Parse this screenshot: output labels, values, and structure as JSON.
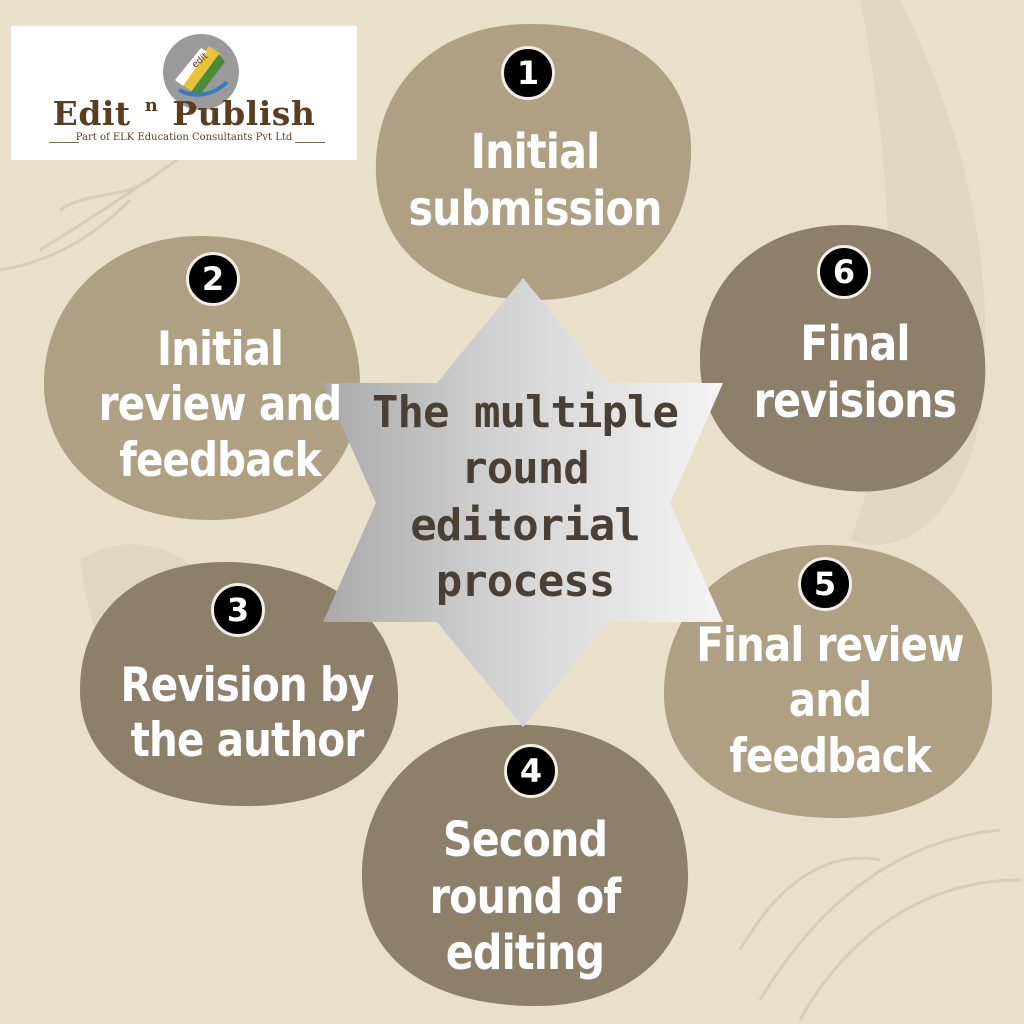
{
  "logo": {
    "title_left": "Edit",
    "title_sup": "n",
    "title_right": "Publish",
    "subtitle": "Part of ELK Education Consultants Pvt Ltd",
    "emblem_text": "edit"
  },
  "center_title": "The multiple\nround\neditorial\nprocess",
  "steps": [
    {
      "number": "1",
      "label": "Initial\nsubmission"
    },
    {
      "number": "2",
      "label": "Initial\nreview and\nfeedback"
    },
    {
      "number": "3",
      "label": "Revision by\nthe author"
    },
    {
      "number": "4",
      "label": "Second\nround of\nediting"
    },
    {
      "number": "5",
      "label": "Final review\nand\nfeedback"
    },
    {
      "number": "6",
      "label": "Final\nrevisions"
    }
  ],
  "colors": {
    "background": "#e9dfcb",
    "blob_light": "#b0a083",
    "blob_dark": "#8d7f6a",
    "center_text": "#4a3f35"
  }
}
